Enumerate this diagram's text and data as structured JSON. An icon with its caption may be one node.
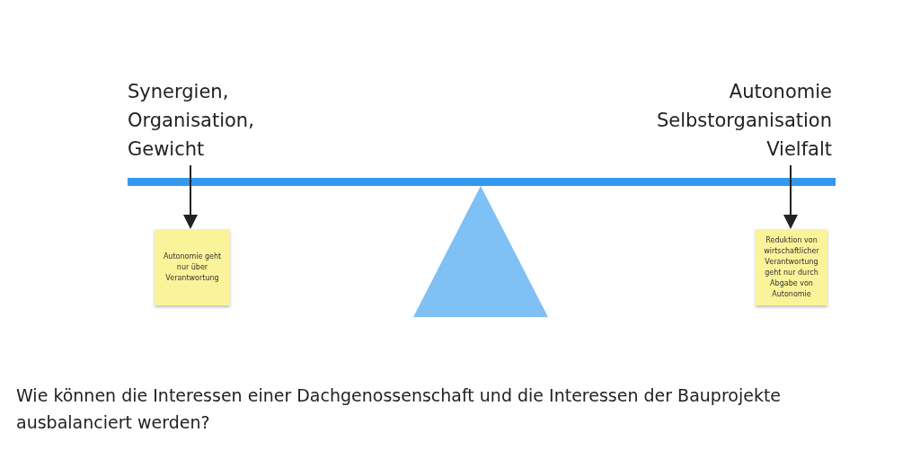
{
  "diagram": {
    "caption": "Wie können die Interessen einer Dachgenossenschaft und die Interessen der Bauprojekte ausbalanciert werden?",
    "nodes": [
      {
        "text": [
          "Synergien, Organisation, Gewicht"
        ]
      },
      {
        "text": [
          "Autonomie Selbstorganisation Vielfalt"
        ]
      },
      {
        "text": [
          "Autonomie geht nur über Verantwortung"
        ]
      },
      {
        "text": [
          "Reduktion von wirtschaftlicher Verantwortung geht nur durch Abgabe von Autonomie"
        ]
      }
    ],
    "edges": [
      {
        "from": 0,
        "to": 2,
        "arrow": "to"
      },
      {
        "from": 1,
        "to": 3,
        "arrow": "to"
      }
    ]
  }
}
